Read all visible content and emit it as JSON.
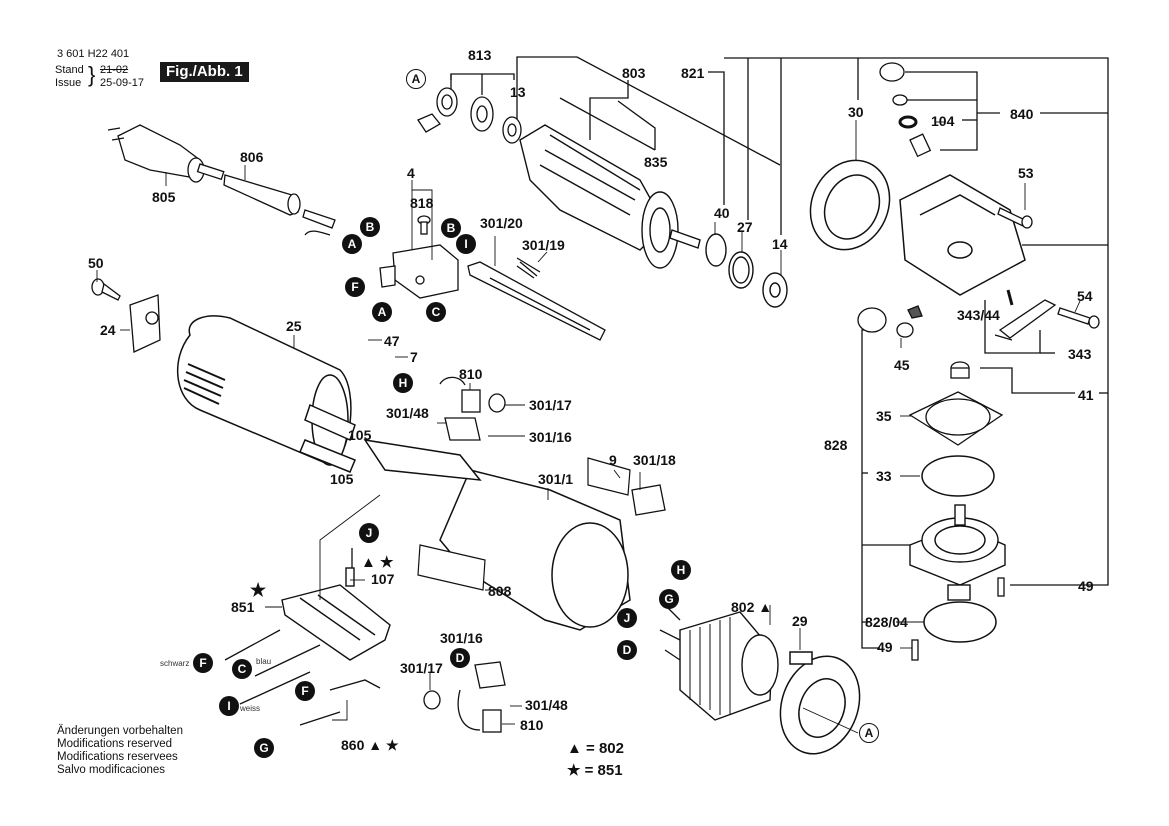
{
  "header": {
    "part_number": "3 601 H22 401",
    "stand_label": "Stand",
    "issue_label": "Issue",
    "stand_value": "21-02",
    "issue_value": "25-09-17",
    "figure_label": "Fig./Abb. 1"
  },
  "notes": [
    "Änderungen vorbehalten",
    "Modifications reserved",
    "Modifications reservees",
    "Salvo modificaciones"
  ],
  "legend": {
    "triangle": "▲ = 802",
    "star": "★ = 851"
  },
  "part_labels": {
    "p813": "813",
    "p13": "13",
    "p803": "803",
    "p821": "821",
    "p30": "30",
    "p104": "104",
    "p840": "840",
    "p806": "806",
    "p805": "805",
    "p835": "835",
    "p4": "4",
    "p818": "818",
    "p301_20": "301/20",
    "p301_19": "301/19",
    "p40": "40",
    "p27": "27",
    "p14": "14",
    "p53": "53",
    "p50": "50",
    "p24": "24",
    "p25": "25",
    "p47": "47",
    "p7": "7",
    "p810a": "810",
    "p301_17a": "301/17",
    "p301_48a": "301/48",
    "p301_16a": "301/16",
    "p105a": "105",
    "p105b": "105",
    "p301_1": "301/1",
    "p9": "9",
    "p301_18": "301/18",
    "p343_44": "343/44",
    "p54": "54",
    "p343": "343",
    "p45": "45",
    "p41": "41",
    "p35": "35",
    "p828": "828",
    "p33": "33",
    "p49a": "49",
    "p828_04": "828/04",
    "p49b": "49",
    "p107": "107",
    "p851": "851",
    "p808": "808",
    "p802": "802 ▲",
    "p29": "29",
    "p301_16b": "301/16",
    "p301_17b": "301/17",
    "p301_48b": "301/48",
    "p810b": "810",
    "p860": "860 ▲ ★",
    "mark107": "▲ ★",
    "mark851": "★"
  },
  "wire_colors": {
    "black": "schwarz",
    "blue": "blau",
    "white": "weiss"
  },
  "connectors": {
    "A": "A",
    "B": "B",
    "C": "C",
    "D": "D",
    "F": "F",
    "G": "G",
    "H": "H",
    "I": "I",
    "J": "J"
  }
}
